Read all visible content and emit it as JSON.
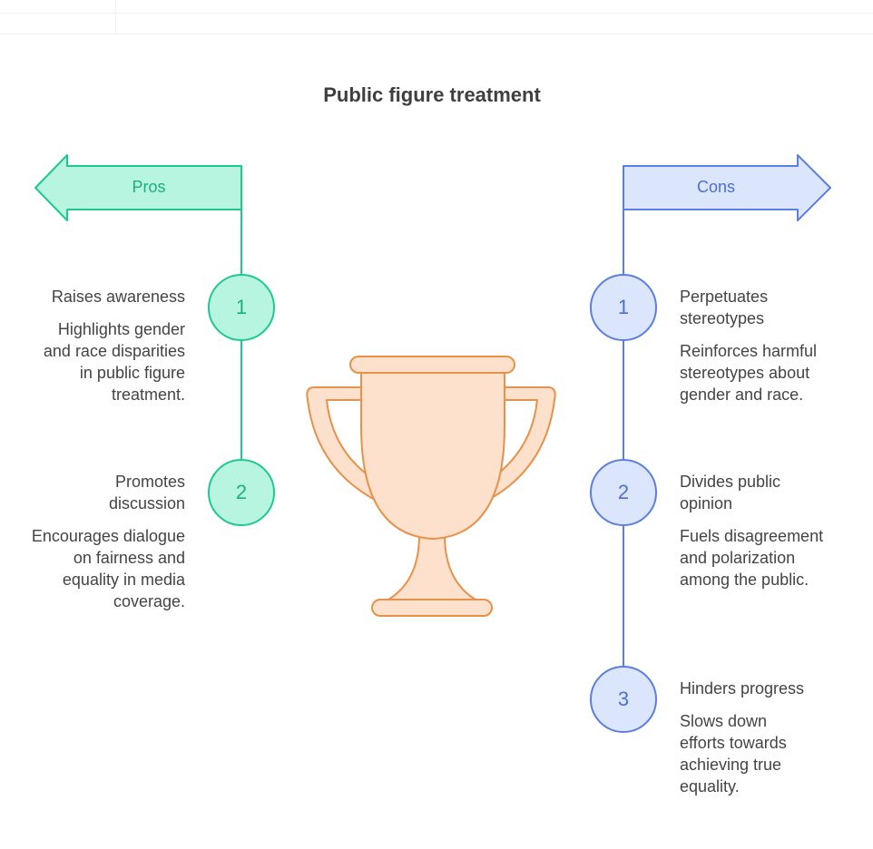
{
  "title": "Public figure treatment",
  "pros": {
    "label": "Pros",
    "items": [
      {
        "number": "1",
        "heading": "Raises awareness",
        "text": "Highlights gender and race disparities in public figure treatment."
      },
      {
        "number": "2",
        "heading": "Promotes discussion",
        "text": "Encourages dialogue on fairness and equality in media coverage."
      }
    ]
  },
  "cons": {
    "label": "Cons",
    "items": [
      {
        "number": "1",
        "heading": "Perpetuates stereotypes",
        "text": "Reinforces harmful stereotypes about gender and race."
      },
      {
        "number": "2",
        "heading": "Divides public opinion",
        "text": "Fuels disagreement and polarization among the public."
      },
      {
        "number": "3",
        "heading": "Hinders progress",
        "text": "Slows down efforts towards achieving true equality."
      }
    ]
  },
  "colors": {
    "pros_fill": "#b8f5e0",
    "pros_stroke": "#1fc98c",
    "pros_text": "#1ab07a",
    "cons_fill": "#dbe6fd",
    "cons_stroke": "#5b7fe0",
    "cons_text": "#4a6fd6",
    "trophy_fill": "#fde1cc",
    "trophy_stroke": "#e8914a"
  },
  "icons": {
    "center": "trophy-icon"
  }
}
